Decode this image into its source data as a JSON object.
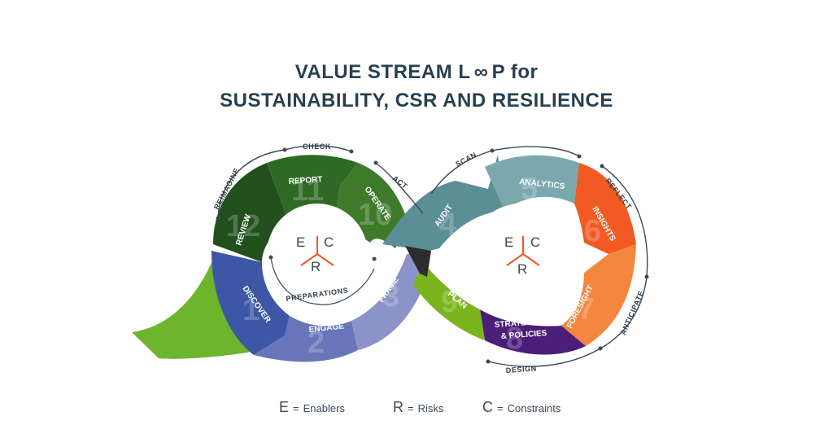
{
  "title": {
    "line1_prefix": "VALUE STREAM L",
    "line1_suffix": "P for",
    "line2": "SUSTAINABILITY, CSR AND RESILIENCE"
  },
  "outer_labels": {
    "check": "CHECK",
    "act": "ACT",
    "reimagine": "REIMAGINE",
    "scan": "SCAN",
    "reflect": "REFLECT",
    "anticipate": "ANTICIPATE",
    "design": "DESIGN",
    "preparations": "PREPARATIONS"
  },
  "segments": [
    {
      "num": "1",
      "label": "DISCOVER",
      "color": "#3d57a6"
    },
    {
      "num": "2",
      "label": "ENGAGE",
      "color": "#6676b8"
    },
    {
      "num": "3",
      "label": "FRAME",
      "color": "#8b93c9"
    },
    {
      "num": "4",
      "label": "AUDIT",
      "color": "#5b8e97"
    },
    {
      "num": "5",
      "label": "ANALYTICS",
      "color": "#7aa8ac"
    },
    {
      "num": "6",
      "label": "INSIGHTS",
      "color": "#f15a22"
    },
    {
      "num": "7",
      "label": "FORESIGHT",
      "color": "#f4873d"
    },
    {
      "num": "8",
      "label_line1": "STRATEGIES",
      "label_line2": "& POLICIES",
      "color": "#4b1e7a"
    },
    {
      "num": "9",
      "label": "PLAN",
      "color": "#7ab51d"
    },
    {
      "num": "10",
      "label": "OPERATE",
      "color": "#3f7a2a"
    },
    {
      "num": "11",
      "label": "REPORT",
      "color": "#2e6a24"
    },
    {
      "num": "12",
      "label": "REVIEW",
      "color": "#22501c"
    }
  ],
  "centers": {
    "e": "E",
    "c": "C",
    "r": "R"
  },
  "legend": [
    {
      "key": "E",
      "eq": "=",
      "desc": "Enablers"
    },
    {
      "key": "R",
      "eq": "=",
      "desc": "Risks"
    },
    {
      "key": "C",
      "eq": "=",
      "desc": "Constraints"
    }
  ],
  "colors": {
    "title": "#27404f",
    "center_orange": "#f15a22",
    "guide_line": "#3c4a55",
    "tail_green": "#6cb52d"
  }
}
